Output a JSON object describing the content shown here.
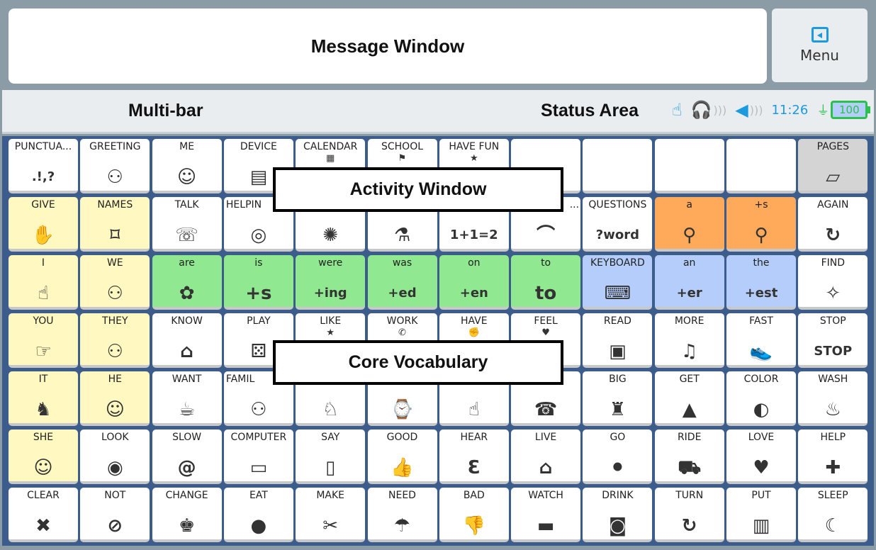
{
  "message_window": {
    "label": "Message Window"
  },
  "menu": {
    "label": "Menu",
    "icon": "exit-icon"
  },
  "multibar": {
    "label": "Multi-bar"
  },
  "status": {
    "label": "Status Area",
    "time": "11:26",
    "battery": "100",
    "colors": {
      "icon": "#1a9be0",
      "battery": "#2cc04f"
    }
  },
  "activity_window": {
    "label": "Activity Window"
  },
  "core_vocabulary": {
    "label": "Core Vocabulary"
  },
  "colors": {
    "grid_bg": "#3c5c8c",
    "yellow": "#fff8c0",
    "green": "#90e890",
    "blue": "#b5cdfb",
    "orange": "#ffaa5a",
    "gray": "#d4d4d4"
  },
  "rows": [
    [
      [
        "PUNCTUA...",
        "",
        ".!,?"
      ],
      [
        "GREETING",
        "",
        "⚇"
      ],
      [
        "ME",
        "",
        "☺"
      ],
      [
        "DEVICE",
        "",
        "▤"
      ],
      [
        "CALENDAR",
        "",
        "▦"
      ],
      [
        "SCHOOL",
        "",
        "⚑"
      ],
      [
        "HAVE FUN",
        "",
        "★"
      ],
      [
        "",
        "",
        ""
      ],
      [
        "",
        "",
        ""
      ],
      [
        "",
        "",
        ""
      ],
      [
        "",
        "",
        ""
      ],
      [
        "PAGES",
        "p",
        "▱"
      ]
    ],
    [
      [
        "GIVE",
        "y",
        "✋"
      ],
      [
        "NAMES",
        "y",
        "⌑"
      ],
      [
        "TALK",
        "",
        "☏"
      ],
      [
        "HELPIN",
        "",
        "◎"
      ],
      [
        "",
        "",
        "✺"
      ],
      [
        "",
        "",
        "⚗"
      ],
      [
        "",
        "",
        "1+1=2"
      ],
      [
        "...",
        "",
        "⌒"
      ],
      [
        "QUESTIONS",
        "",
        "?word"
      ],
      [
        "a",
        "o",
        "⚲"
      ],
      [
        "+s",
        "o",
        "⚲"
      ],
      [
        "AGAIN",
        "",
        "↻"
      ]
    ],
    [
      [
        "I",
        "y",
        "☝"
      ],
      [
        "WE",
        "y",
        "⚇"
      ],
      [
        "are",
        "g",
        "✿"
      ],
      [
        "is",
        "g",
        "+s"
      ],
      [
        "were",
        "g",
        "+ing"
      ],
      [
        "was",
        "g",
        "+ed"
      ],
      [
        "on",
        "g",
        "+en"
      ],
      [
        "to",
        "g",
        "to"
      ],
      [
        "KEYBOARD",
        "b",
        "⌨"
      ],
      [
        "an",
        "b",
        "+er"
      ],
      [
        "the",
        "b",
        "+est"
      ],
      [
        "FIND",
        "",
        "✧"
      ]
    ],
    [
      [
        "YOU",
        "y",
        "☞"
      ],
      [
        "THEY",
        "y",
        "⚇"
      ],
      [
        "KNOW",
        "",
        "⌂"
      ],
      [
        "PLAY",
        "",
        "⚄"
      ],
      [
        "LIKE",
        "",
        "★"
      ],
      [
        "WORK",
        "",
        "✆"
      ],
      [
        "HAVE",
        "",
        "✊"
      ],
      [
        "FEEL",
        "",
        "♥"
      ],
      [
        "READ",
        "",
        "▣"
      ],
      [
        "MORE",
        "",
        "♫"
      ],
      [
        "FAST",
        "",
        "👟"
      ],
      [
        "STOP",
        "",
        "STOP"
      ]
    ],
    [
      [
        "IT",
        "y",
        "♞"
      ],
      [
        "HE",
        "y",
        "☺"
      ],
      [
        "WANT",
        "",
        "☕"
      ],
      [
        "FAMIL",
        "",
        "⚇"
      ],
      [
        "",
        "",
        "♘"
      ],
      [
        "",
        "",
        "⌚"
      ],
      [
        "",
        "",
        "☝"
      ],
      [
        "",
        "",
        "☎"
      ],
      [
        "BIG",
        "",
        "♜"
      ],
      [
        "GET",
        "",
        "▲"
      ],
      [
        "COLOR",
        "",
        "◐"
      ],
      [
        "WASH",
        "",
        "♨"
      ]
    ],
    [
      [
        "SHE",
        "y",
        "☺"
      ],
      [
        "LOOK",
        "",
        "◉"
      ],
      [
        "SLOW",
        "",
        "@"
      ],
      [
        "COMPUTER",
        "",
        "▭"
      ],
      [
        "SAY",
        "",
        "▯"
      ],
      [
        "GOOD",
        "",
        "👍"
      ],
      [
        "HEAR",
        "",
        "Ɛ"
      ],
      [
        "LIVE",
        "",
        "⌂"
      ],
      [
        "GO",
        "",
        "⚫"
      ],
      [
        "RIDE",
        "",
        "⛟"
      ],
      [
        "LOVE",
        "",
        "♥"
      ],
      [
        "HELP",
        "",
        "✚"
      ]
    ],
    [
      [
        "CLEAR",
        "",
        "✖"
      ],
      [
        "NOT",
        "",
        "⊘"
      ],
      [
        "CHANGE",
        "",
        "♚"
      ],
      [
        "EAT",
        "",
        "●"
      ],
      [
        "MAKE",
        "",
        "✂"
      ],
      [
        "NEED",
        "",
        "☂"
      ],
      [
        "BAD",
        "",
        "👎"
      ],
      [
        "WATCH",
        "",
        "▬"
      ],
      [
        "DRINK",
        "",
        "◙"
      ],
      [
        "TURN",
        "",
        "↻"
      ],
      [
        "PUT",
        "",
        "▥"
      ],
      [
        "SLEEP",
        "",
        "☾"
      ]
    ]
  ]
}
